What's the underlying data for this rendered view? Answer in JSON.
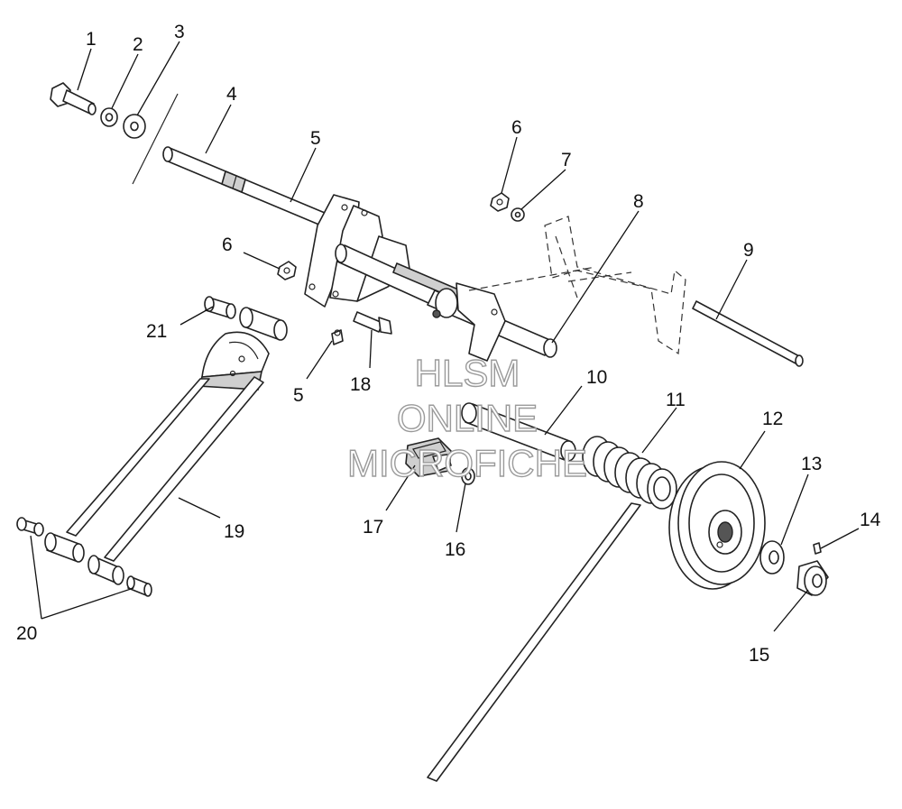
{
  "watermark": {
    "line1": "HLSM",
    "line2": "ONLINE",
    "line3": "MICROFICHE"
  },
  "callouts": [
    "1",
    "2",
    "3",
    "4",
    "5",
    "6",
    "7",
    "8",
    "9",
    "10",
    "11",
    "12",
    "13",
    "14",
    "15",
    "16",
    "17",
    "18",
    "19",
    "20",
    "21"
  ],
  "colors": {
    "line": "#222222",
    "shade": "#cfcfcf",
    "watermark_outline": "#9a9a9a"
  }
}
